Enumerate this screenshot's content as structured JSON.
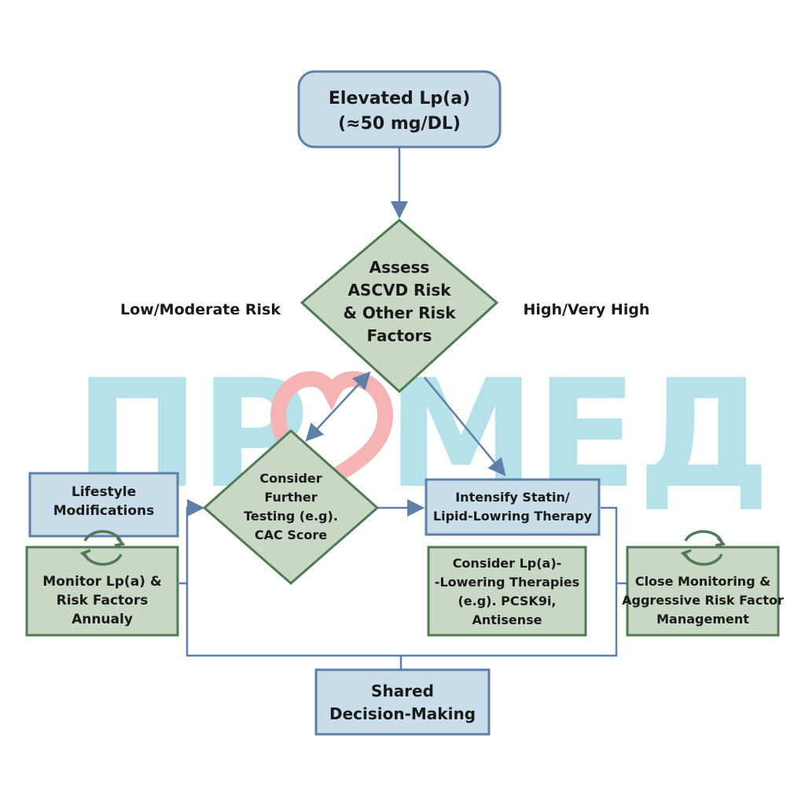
{
  "watermark": {
    "left": "ПР",
    "right": "МЕД",
    "color": "#a9dde6",
    "heart_color": "#f4a6a6"
  },
  "colors": {
    "blue_fill": "#c9dcea",
    "blue_stroke": "#5d7fa8",
    "green_fill": "#c8d8c4",
    "green_stroke": "#4f7a55",
    "line": "#5d7fa8"
  },
  "nodes": {
    "elevated": [
      "Elevated Lp(a)",
      "(≈50 mg/DL)"
    ],
    "assess": [
      "Assess",
      "ASCVD Risk",
      "& Other Risk",
      "Factors"
    ],
    "consider_testing": [
      "Consider",
      "Further",
      "Testing (e.g).",
      "CAC Score"
    ],
    "lifestyle": [
      "Lifestyle",
      "Modifications"
    ],
    "monitor": [
      "Monitor Lp(a) &",
      "Risk Factors",
      "Annualy"
    ],
    "intensify": [
      "Intensify Statin/",
      "Lipid-Lowring Therapy"
    ],
    "consider_lpa": [
      "Consider Lp(a)-",
      "-Lowering Therapies",
      "(e.g). PCSK9i,",
      "Antisense"
    ],
    "close_monitoring": [
      "Close Monitoring &",
      "Aggressive Risk Factor",
      "Management"
    ],
    "shared": [
      "Shared",
      "Decision-Making"
    ]
  },
  "labels": {
    "low_moderate": "Low/Moderate Risk",
    "high": "High/Very High"
  }
}
